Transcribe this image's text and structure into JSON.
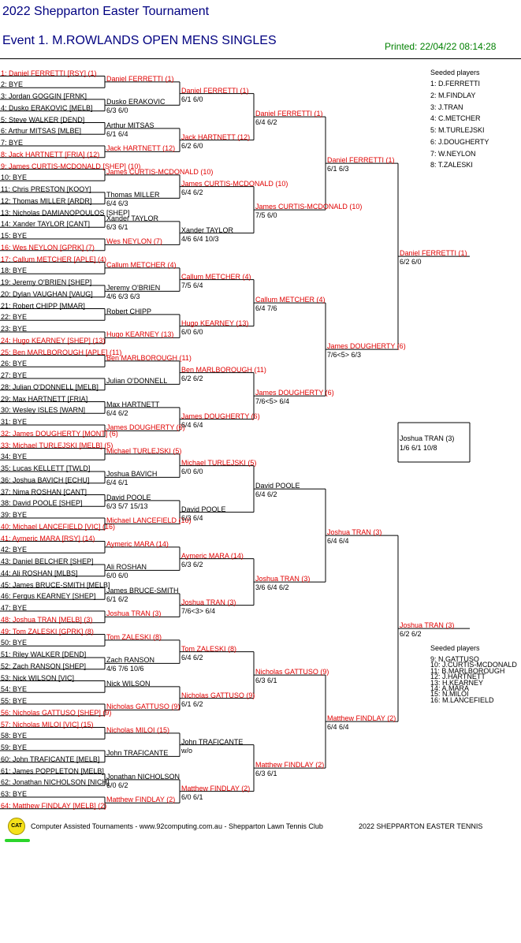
{
  "header": {
    "title": "2022 Shepparton Easter Tournament",
    "event": "Event 1. M.ROWLANDS OPEN MENS SINGLES",
    "printed": "Printed: 22/04/22 08:14:28"
  },
  "draw": [
    {
      "n": "1: Daniel FERRETTI [RSY] (1)",
      "red": true
    },
    {
      "n": "2: BYE",
      "red": false
    },
    {
      "n": "3: Jordan GOGGIN [FRNK]",
      "red": false
    },
    {
      "n": "4: Dusko ERAKOVIC [MELB]",
      "red": false
    },
    {
      "n": "5: Steve WALKER [DEND]",
      "red": false
    },
    {
      "n": "6: Arthur MITSAS [MLBE]",
      "red": false
    },
    {
      "n": "7: BYE",
      "red": false
    },
    {
      "n": "8: Jack HARTNETT [FRIA] (12)",
      "red": true
    },
    {
      "n": "9: James CURTIS-MCDONALD [SHEP] (10)",
      "red": true
    },
    {
      "n": "10: BYE",
      "red": false
    },
    {
      "n": "11: Chris PRESTON [KOOY]",
      "red": false
    },
    {
      "n": "12: Thomas MILLER [ARDR]",
      "red": false
    },
    {
      "n": "13: Nicholas DAMIANOPOULOS [SHEP]",
      "red": false
    },
    {
      "n": "14: Xander TAYLOR [CANT]",
      "red": false
    },
    {
      "n": "15: BYE",
      "red": false
    },
    {
      "n": "16: Wes NEYLON [GPRK] (7)",
      "red": true
    },
    {
      "n": "17: Callum METCHER [APLE] (4)",
      "red": true
    },
    {
      "n": "18: BYE",
      "red": false
    },
    {
      "n": "19: Jeremy O'BRIEN [SHEP]",
      "red": false
    },
    {
      "n": "20: Dylan VAUGHAN [VAUG]",
      "red": false
    },
    {
      "n": "21: Robert CHIPP [MMAR]",
      "red": false
    },
    {
      "n": "22: BYE",
      "red": false
    },
    {
      "n": "23: BYE",
      "red": false
    },
    {
      "n": "24: Hugo KEARNEY [SHEP] (13)",
      "red": true
    },
    {
      "n": "25: Ben MARLBOROUGH [APLE] (11)",
      "red": true
    },
    {
      "n": "26: BYE",
      "red": false
    },
    {
      "n": "27: BYE",
      "red": false
    },
    {
      "n": "28: Julian O'DONNELL [MELB]",
      "red": false
    },
    {
      "n": "29: Max HARTNETT [FRIA]",
      "red": false
    },
    {
      "n": "30: Wesley ISLES [WARN]",
      "red": false
    },
    {
      "n": "31: BYE",
      "red": false
    },
    {
      "n": "32: James DOUGHERTY [MONT] (6)",
      "red": true
    },
    {
      "n": "33: Michael TURLEJSKI [MELB] (5)",
      "red": true
    },
    {
      "n": "34: BYE",
      "red": false
    },
    {
      "n": "35: Lucas KELLETT [TWLD]",
      "red": false
    },
    {
      "n": "36: Joshua BAVICH [ECHU]",
      "red": false
    },
    {
      "n": "37: Nima ROSHAN [CANT]",
      "red": false
    },
    {
      "n": "38: David POOLE [SHEP]",
      "red": false
    },
    {
      "n": "39: BYE",
      "red": false
    },
    {
      "n": "40: Michael LANCEFIELD [VIC] (16)",
      "red": true
    },
    {
      "n": "41: Aymeric MARA [RSY] (14)",
      "red": true
    },
    {
      "n": "42: BYE",
      "red": false
    },
    {
      "n": "43: Daniel BELCHER [SHEP]",
      "red": false
    },
    {
      "n": "44: Ali ROSHAN [MLBS]",
      "red": false
    },
    {
      "n": "45: James BRUCE-SMITH [MELB]",
      "red": false
    },
    {
      "n": "46: Fergus KEARNEY [SHEP]",
      "red": false
    },
    {
      "n": "47: BYE",
      "red": false
    },
    {
      "n": "48: Joshua TRAN [MELB] (3)",
      "red": true
    },
    {
      "n": "49: Tom ZALESKI [GPRK] (8)",
      "red": true
    },
    {
      "n": "50: BYE",
      "red": false
    },
    {
      "n": "51: Riley WALKER [DEND]",
      "red": false
    },
    {
      "n": "52: Zach RANSON [SHEP]",
      "red": false
    },
    {
      "n": "53: Nick WILSON [VIC]",
      "red": false
    },
    {
      "n": "54: BYE",
      "red": false
    },
    {
      "n": "55: BYE",
      "red": false
    },
    {
      "n": "56: Nicholas GATTUSO [SHEP] (9)",
      "red": true
    },
    {
      "n": "57: Nicholas MILOI [VIC] (15)",
      "red": true
    },
    {
      "n": "58: BYE",
      "red": false
    },
    {
      "n": "59: BYE",
      "red": false
    },
    {
      "n": "60: John TRAFICANTE [MELB]",
      "red": false
    },
    {
      "n": "61: James POPPLETON [MELB]",
      "red": false
    },
    {
      "n": "62: Jonathan NICHOLSON [NICH]",
      "red": false
    },
    {
      "n": "63: BYE",
      "red": false
    },
    {
      "n": "64: Matthew FINDLAY [MELB] (2)",
      "red": true
    }
  ],
  "rounds": [
    [
      {
        "w": "Daniel FERRETTI (1)",
        "s": "",
        "red": true
      },
      {
        "w": "Dusko ERAKOVIC",
        "s": "6/3 6/0",
        "red": false
      },
      {
        "w": "Arthur MITSAS",
        "s": "6/1 6/4",
        "red": false
      },
      {
        "w": "Jack HARTNETT (12)",
        "s": "",
        "red": true
      },
      {
        "w": "James CURTIS-MCDONALD (10)",
        "s": "",
        "red": true
      },
      {
        "w": "Thomas MILLER",
        "s": "6/4 6/3",
        "red": false
      },
      {
        "w": "Xander TAYLOR",
        "s": "6/3 6/1",
        "red": false
      },
      {
        "w": "Wes NEYLON (7)",
        "s": "",
        "red": true
      },
      {
        "w": "Callum METCHER (4)",
        "s": "",
        "red": true
      },
      {
        "w": "Jeremy O'BRIEN",
        "s": "4/6 6/3 6/3",
        "red": false
      },
      {
        "w": "Robert CHIPP",
        "s": "",
        "red": false
      },
      {
        "w": "Hugo KEARNEY (13)",
        "s": "",
        "red": true
      },
      {
        "w": "Ben MARLBOROUGH (11)",
        "s": "",
        "red": true
      },
      {
        "w": "Julian O'DONNELL",
        "s": "",
        "red": false
      },
      {
        "w": "Max HARTNETT",
        "s": "6/4 6/2",
        "red": false
      },
      {
        "w": "James DOUGHERTY (6)",
        "s": "",
        "red": true
      },
      {
        "w": "Michael TURLEJSKI (5)",
        "s": "",
        "red": true
      },
      {
        "w": "Joshua BAVICH",
        "s": "6/4 6/1",
        "red": false
      },
      {
        "w": "David POOLE",
        "s": "6/3 5/7 15/13",
        "red": false
      },
      {
        "w": "Michael LANCEFIELD (16)",
        "s": "",
        "red": true
      },
      {
        "w": "Aymeric MARA (14)",
        "s": "",
        "red": true
      },
      {
        "w": "Ali ROSHAN",
        "s": "6/0 6/0",
        "red": false
      },
      {
        "w": "James BRUCE-SMITH",
        "s": "6/1 6/2",
        "red": false
      },
      {
        "w": "Joshua TRAN (3)",
        "s": "",
        "red": true
      },
      {
        "w": "Tom ZALESKI (8)",
        "s": "",
        "red": true
      },
      {
        "w": "Zach RANSON",
        "s": "4/6 7/6 10/6",
        "red": false
      },
      {
        "w": "Nick WILSON",
        "s": "",
        "red": false
      },
      {
        "w": "Nicholas GATTUSO (9)",
        "s": "",
        "red": true
      },
      {
        "w": "Nicholas MILOI (15)",
        "s": "",
        "red": true
      },
      {
        "w": "John TRAFICANTE",
        "s": "",
        "red": false
      },
      {
        "w": "Jonathan NICHOLSON",
        "s": "6/0 6/2",
        "red": false
      },
      {
        "w": "Matthew FINDLAY (2)",
        "s": "",
        "red": true
      }
    ],
    [
      {
        "w": "Daniel FERRETTI (1)",
        "s": "6/1 6/0",
        "red": true
      },
      {
        "w": "Jack HARTNETT (12)",
        "s": "6/2 6/0",
        "red": true
      },
      {
        "w": "James CURTIS-MCDONALD (10)",
        "s": "6/4 6/2",
        "red": true
      },
      {
        "w": "Xander TAYLOR",
        "s": "4/6 6/4 10/3",
        "red": false
      },
      {
        "w": "Callum METCHER (4)",
        "s": "7/5 6/4",
        "red": true
      },
      {
        "w": "Hugo KEARNEY (13)",
        "s": "6/0 6/0",
        "red": true
      },
      {
        "w": "Ben MARLBOROUGH (11)",
        "s": "6/2 6/2",
        "red": true
      },
      {
        "w": "James DOUGHERTY (6)",
        "s": "6/4 6/4",
        "red": true
      },
      {
        "w": "Michael TURLEJSKI (5)",
        "s": "6/0 6/0",
        "red": true
      },
      {
        "w": "David POOLE",
        "s": "6/3 6/4",
        "red": false
      },
      {
        "w": "Aymeric MARA (14)",
        "s": "6/3 6/2",
        "red": true
      },
      {
        "w": "Joshua TRAN (3)",
        "s": "7/6<3> 6/4",
        "red": true
      },
      {
        "w": "Tom ZALESKI (8)",
        "s": "6/4 6/2",
        "red": true
      },
      {
        "w": "Nicholas GATTUSO (9)",
        "s": "6/1 6/2",
        "red": true
      },
      {
        "w": "John TRAFICANTE",
        "s": "w/o",
        "red": false
      },
      {
        "w": "Matthew FINDLAY (2)",
        "s": "6/0 6/1",
        "red": true
      }
    ],
    [
      {
        "w": "Daniel FERRETTI (1)",
        "s": "6/4 6/2",
        "red": true
      },
      {
        "w": "James CURTIS-MCDONALD (10)",
        "s": "7/5 6/0",
        "red": true
      },
      {
        "w": "Callum METCHER (4)",
        "s": "6/4 7/6",
        "red": true
      },
      {
        "w": "James DOUGHERTY (6)",
        "s": "7/6<5> 6/4",
        "red": true
      },
      {
        "w": "David POOLE",
        "s": "6/4 6/2",
        "red": false
      },
      {
        "w": "Joshua TRAN (3)",
        "s": "3/6 6/4 6/2",
        "red": true
      },
      {
        "w": "Nicholas GATTUSO (9)",
        "s": "6/3 6/1",
        "red": true
      },
      {
        "w": "Matthew FINDLAY (2)",
        "s": "6/3 6/1",
        "red": true
      }
    ],
    [
      {
        "w": "Daniel FERRETTI (1)",
        "s": "6/1 6/3",
        "red": true
      },
      {
        "w": "James DOUGHERTY (6)",
        "s": "7/6<5> 6/3",
        "red": true
      },
      {
        "w": "Joshua TRAN (3)",
        "s": "6/4 6/4",
        "red": true
      },
      {
        "w": "Matthew FINDLAY (2)",
        "s": "6/4 6/4",
        "red": true
      }
    ],
    [
      {
        "w": "Daniel FERRETTI (1)",
        "s": "6/2 6/0",
        "red": true
      },
      {
        "w": "Joshua TRAN (3)",
        "s": "6/2 6/2",
        "red": true
      }
    ],
    [
      {
        "w": "Joshua TRAN (3)",
        "s": "1/6 6/1 10/8",
        "red": false
      }
    ]
  ],
  "seeds_top": {
    "heading": "Seeded players",
    "items": [
      "1: D.FERRETTI",
      "2: M.FINDLAY",
      "3: J.TRAN",
      "4: C.METCHER",
      "5: M.TURLEJSKI",
      "6: J.DOUGHERTY",
      "7: W.NEYLON",
      "8: T.ZALESKI"
    ]
  },
  "seeds_bottom": {
    "heading": "Seeded players",
    "items": [
      "9: N.GATTUSO",
      "10: J.CURTIS-MCDONALD",
      "11: B.MARLBOROUGH",
      "12: J.HARTNETT",
      "13: H.KEARNEY",
      "14: A.MARA",
      "15: N.MILOI",
      "16: M.LANCEFIELD"
    ]
  },
  "footer": {
    "logo_text": "CAT",
    "credit": "Computer Assisted Tournaments - www.92computing.com.au -  Shepparton Lawn Tennis Club",
    "event": "2022 SHEPPARTON EASTER TENNIS"
  },
  "colors": {
    "header": "#000080",
    "seed": "#e00000",
    "printed": "#008000",
    "lines": "#000000"
  }
}
